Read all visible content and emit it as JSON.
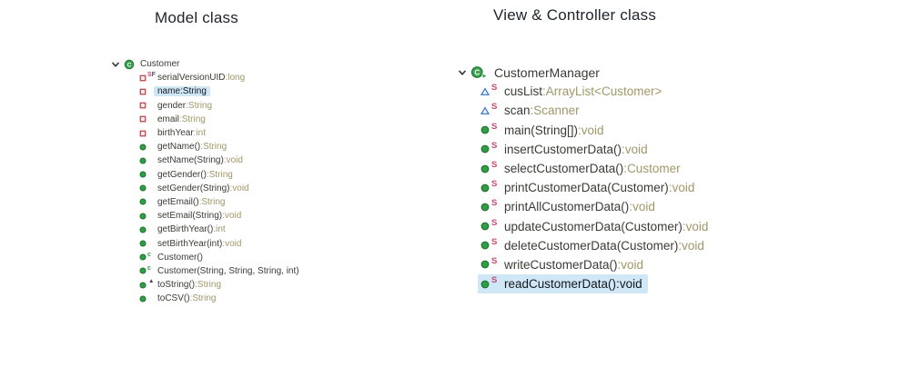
{
  "ui": {
    "separator": " : ",
    "override_glyph": "▲",
    "class_letter": "C"
  },
  "theme": {
    "sel": "#cfe7f7",
    "type": "#a09768",
    "text": "#3b3a34",
    "title": "#20242c",
    "class_green": "#3aa24e",
    "class_green_rim": "#27763a",
    "method_green": "#2f9e44",
    "method_green_rim": "#1d7330",
    "field_red": "#c0444c",
    "field_blue": "#3c78c8",
    "sup-static": "#c74b6e",
    "sup-final": "#4a5560",
    "sup-ctor": "#2f9e44"
  },
  "panels": [
    {
      "title": "Model class",
      "selection_scope": "text",
      "class": {
        "name": "Customer",
        "runnable": false,
        "expanded": true
      },
      "members": [
        {
          "icon": "field-private",
          "sup": "SF",
          "name": "serialVersionUID",
          "type": "long"
        },
        {
          "icon": "field-private",
          "name": "name",
          "type": "String",
          "selected": true
        },
        {
          "icon": "field-private",
          "name": "gender",
          "type": "String"
        },
        {
          "icon": "field-private",
          "name": "email",
          "type": "String"
        },
        {
          "icon": "field-private",
          "name": "birthYear",
          "type": "int"
        },
        {
          "icon": "method-public",
          "name": "getName()",
          "type": "String"
        },
        {
          "icon": "method-public",
          "name": "setName(String)",
          "type": "void"
        },
        {
          "icon": "method-public",
          "name": "getGender()",
          "type": "String"
        },
        {
          "icon": "method-public",
          "name": "setGender(String)",
          "type": "void"
        },
        {
          "icon": "method-public",
          "name": "getEmail()",
          "type": "String"
        },
        {
          "icon": "method-public",
          "name": "setEmail(String)",
          "type": "void"
        },
        {
          "icon": "method-public",
          "name": "getBirthYear()",
          "type": "int"
        },
        {
          "icon": "method-public",
          "name": "setBirthYear(int)",
          "type": "void"
        },
        {
          "icon": "method-public",
          "sup": "c",
          "name": "Customer()",
          "type": null
        },
        {
          "icon": "method-public",
          "sup": "c",
          "name": "Customer(String, String, String, int)",
          "type": null
        },
        {
          "icon": "method-public",
          "marker": "override",
          "name": "toString()",
          "type": "String"
        },
        {
          "icon": "method-public",
          "name": "toCSV()",
          "type": "String"
        }
      ]
    },
    {
      "title": "View & Controller class",
      "selection_scope": "row",
      "class": {
        "name": "CustomerManager",
        "runnable": true,
        "expanded": true
      },
      "members": [
        {
          "icon": "field-default",
          "sup": "S",
          "name": "cusList",
          "type": "ArrayList<Customer>"
        },
        {
          "icon": "field-default",
          "sup": "S",
          "name": "scan",
          "type": "Scanner"
        },
        {
          "icon": "method-public",
          "sup": "S",
          "name": "main(String[])",
          "type": "void"
        },
        {
          "icon": "method-public",
          "sup": "S",
          "name": "insertCustomerData()",
          "type": "void"
        },
        {
          "icon": "method-public",
          "sup": "S",
          "name": "selectCustomerData()",
          "type": "Customer"
        },
        {
          "icon": "method-public",
          "sup": "S",
          "name": "printCustomerData(Customer)",
          "type": "void"
        },
        {
          "icon": "method-public",
          "sup": "S",
          "name": "printAllCustomerData()",
          "type": "void"
        },
        {
          "icon": "method-public",
          "sup": "S",
          "name": "updateCustomerData(Customer)",
          "type": "void"
        },
        {
          "icon": "method-public",
          "sup": "S",
          "name": "deleteCustomerData(Customer)",
          "type": "void"
        },
        {
          "icon": "method-public",
          "sup": "S",
          "name": "writeCustomerData()",
          "type": "void"
        },
        {
          "icon": "method-public",
          "sup": "S",
          "name": "readCustomerData()",
          "type": "void",
          "selected": true
        }
      ]
    }
  ]
}
